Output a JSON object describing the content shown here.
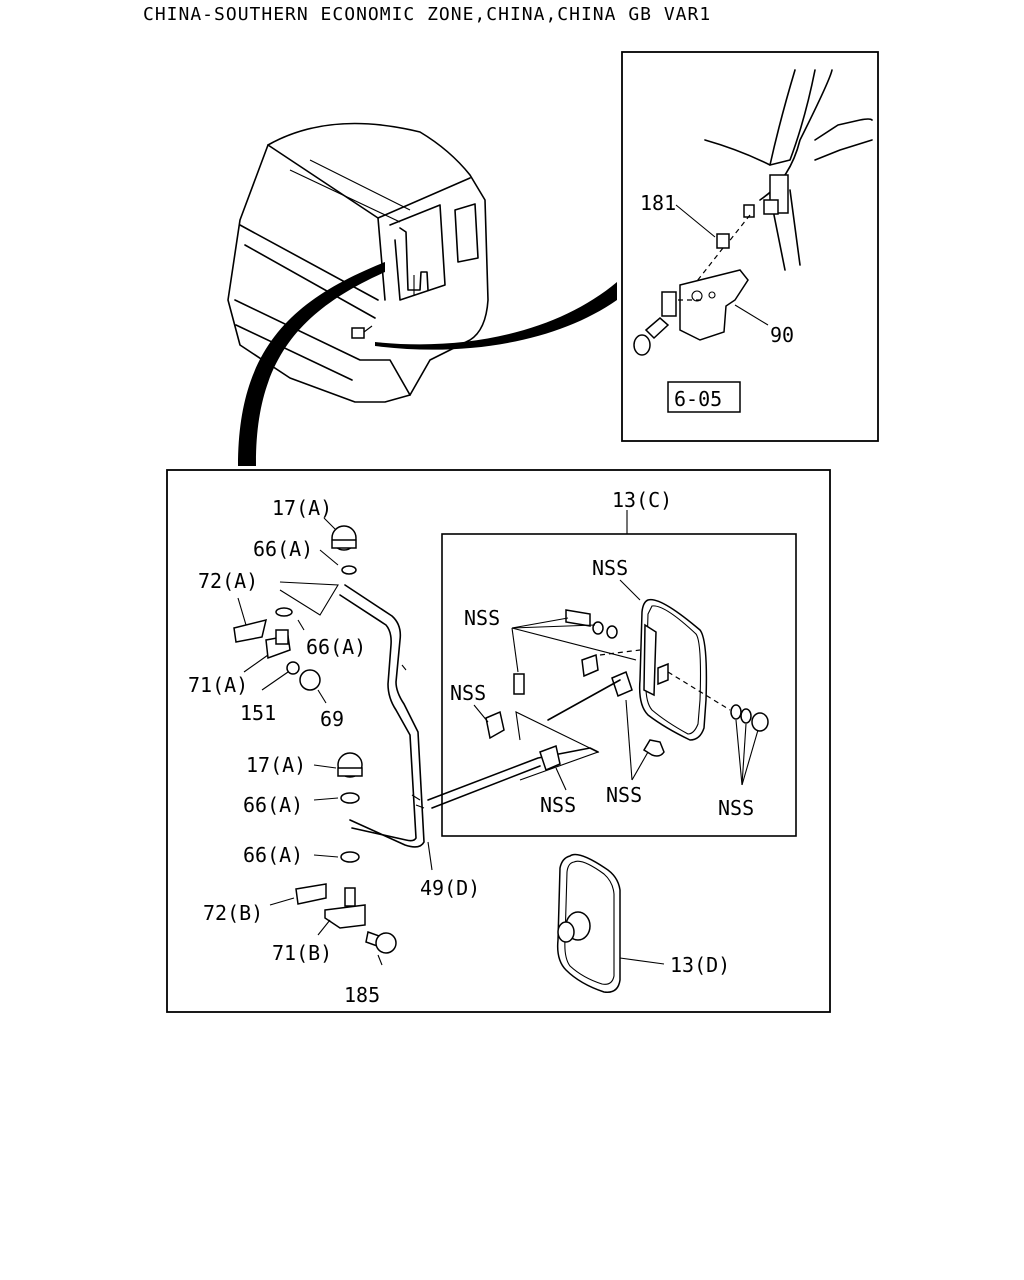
{
  "header": {
    "title": "CHINA-SOUTHERN ECONOMIC ZONE,CHINA,CHINA GB VAR1"
  },
  "inset": {
    "labels": {
      "p181": "181",
      "p90": "90",
      "ref": "6-05"
    }
  },
  "main": {
    "labels": {
      "p17a_top": "17(A)",
      "p66a_1": "66(A)",
      "p72a": "72(A)",
      "p66a_2": "66(A)",
      "p71a": "71(A)",
      "p151": "151",
      "p69": "69",
      "p17a_mid": "17(A)",
      "p66a_3": "66(A)",
      "p66a_4": "66(A)",
      "p72b": "72(B)",
      "p71b": "71(B)",
      "p185": "185",
      "p49d": "49(D)",
      "p13d": "13(D)"
    },
    "subbox": {
      "title": "13(C)",
      "labels": {
        "nss_top": "NSS",
        "nss_left_upper": "NSS",
        "nss_left": "NSS",
        "nss_bottom_mid": "NSS",
        "nss_bottom_center": "NSS",
        "nss_bottom_right": "NSS"
      }
    }
  }
}
